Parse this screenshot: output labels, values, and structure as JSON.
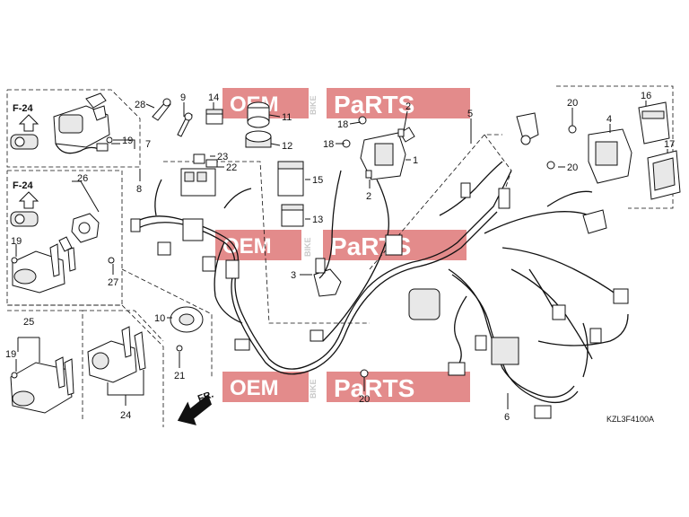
{
  "diagram": {
    "code": "KZL3F4100A",
    "watermarks": [
      {
        "left": "OEM",
        "side": "BIKE",
        "right": "PaRTS"
      },
      {
        "left": "OEM",
        "side": "BIKE",
        "right": "PaRTS"
      },
      {
        "left": "OEM",
        "side": "BIKE",
        "right": "PaRTS"
      }
    ],
    "ref_labels": [
      "F-24",
      "F-24"
    ],
    "direction_label": "FR.",
    "callouts": [
      "28",
      "9",
      "14",
      "11",
      "12",
      "18",
      "2",
      "18",
      "1",
      "5",
      "20",
      "4",
      "16",
      "17",
      "20",
      "7",
      "19",
      "8",
      "23",
      "22",
      "26",
      "15",
      "2",
      "13",
      "19",
      "27",
      "3",
      "10",
      "25",
      "19",
      "21",
      "24",
      "20",
      "6"
    ]
  },
  "colors": {
    "watermark_bg": "#e38b8b",
    "watermark_text": "#ffffff",
    "line": "#111111"
  }
}
